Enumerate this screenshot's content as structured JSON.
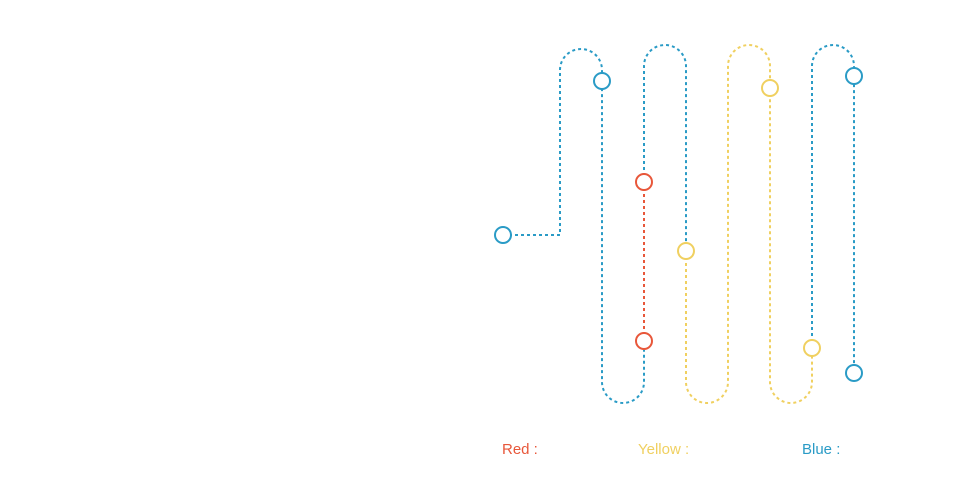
{
  "colors": {
    "red": "#e8573a",
    "yellow": "#f0d060",
    "blue": "#2a9bc6"
  },
  "legend": {
    "red_label": "Red :",
    "yellow_label": "Yellow :",
    "blue_label": "Blue :"
  }
}
